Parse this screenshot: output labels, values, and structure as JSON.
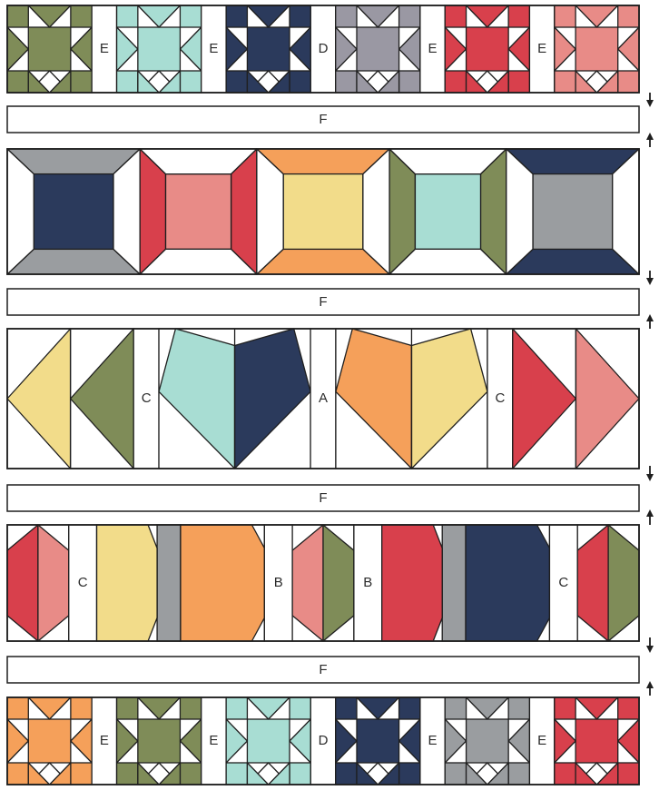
{
  "colors": {
    "olive": "#7f8c58",
    "aqua": "#a8ddd3",
    "navy": "#2b3a5c",
    "lavender": "#9a98a3",
    "red": "#d8404c",
    "pink": "#e88b87",
    "gray": "#9a9da0",
    "yellow": "#f2dc8a",
    "orange": "#f5a05a",
    "white": "#ffffff",
    "line": "#1f1f1f"
  },
  "rows": [
    {
      "name": "star-row-top",
      "blocks": [
        {
          "type": "star",
          "color": "olive"
        },
        {
          "type": "label",
          "text": "E"
        },
        {
          "type": "star",
          "color": "aqua"
        },
        {
          "type": "label",
          "text": "E"
        },
        {
          "type": "star",
          "color": "navy"
        },
        {
          "type": "label",
          "text": "D"
        },
        {
          "type": "star",
          "color": "lavender"
        },
        {
          "type": "label",
          "text": "E"
        },
        {
          "type": "star",
          "color": "red"
        },
        {
          "type": "label",
          "text": "E"
        },
        {
          "type": "star",
          "color": "pink"
        }
      ]
    },
    {
      "name": "spool-row",
      "blocks": [
        {
          "type": "spool",
          "side": "gray",
          "center": "navy"
        },
        {
          "type": "spool-v",
          "side": "red",
          "center": "pink"
        },
        {
          "type": "spool",
          "side": "orange",
          "center": "yellow"
        },
        {
          "type": "spool-v",
          "side": "olive",
          "center": "aqua"
        },
        {
          "type": "spool",
          "side": "navy",
          "center": "gray"
        }
      ]
    },
    {
      "name": "heart-row",
      "blocks": [
        {
          "type": "arrows",
          "left": "yellow",
          "right": "olive"
        },
        {
          "type": "label",
          "text": "C"
        },
        {
          "type": "heart",
          "left": "aqua",
          "right": "navy"
        },
        {
          "type": "label",
          "text": "A"
        },
        {
          "type": "heart",
          "left": "orange",
          "right": "yellow"
        },
        {
          "type": "label",
          "text": "C"
        },
        {
          "type": "arrows-r",
          "left": "red",
          "right": "pink"
        }
      ]
    },
    {
      "name": "candy-row",
      "blocks": [
        {
          "type": "feather",
          "left": "red",
          "right": "pink"
        },
        {
          "type": "label",
          "text": "C"
        },
        {
          "type": "candy",
          "color": "yellow",
          "bar": "gray"
        },
        {
          "type": "candy",
          "color": "orange",
          "bar": null
        },
        {
          "type": "label",
          "text": "B"
        },
        {
          "type": "feather",
          "left": "pink",
          "right": "olive"
        },
        {
          "type": "label",
          "text": "B"
        },
        {
          "type": "candy",
          "color": "red",
          "bar": "gray"
        },
        {
          "type": "candy",
          "color": "navy",
          "bar": null
        },
        {
          "type": "label",
          "text": "C"
        },
        {
          "type": "feather",
          "left": "red",
          "right": "olive"
        }
      ]
    },
    {
      "name": "star-row-bottom",
      "blocks": [
        {
          "type": "star",
          "color": "orange"
        },
        {
          "type": "label",
          "text": "E"
        },
        {
          "type": "star",
          "color": "olive"
        },
        {
          "type": "label",
          "text": "E"
        },
        {
          "type": "star",
          "color": "aqua"
        },
        {
          "type": "label",
          "text": "D"
        },
        {
          "type": "star",
          "color": "navy"
        },
        {
          "type": "label",
          "text": "E"
        },
        {
          "type": "star",
          "color": "gray"
        },
        {
          "type": "label",
          "text": "E"
        },
        {
          "type": "star",
          "color": "red"
        }
      ]
    }
  ],
  "sashing": [
    {
      "label": "F"
    },
    {
      "label": "F"
    },
    {
      "label": "F"
    },
    {
      "label": "F"
    }
  ]
}
